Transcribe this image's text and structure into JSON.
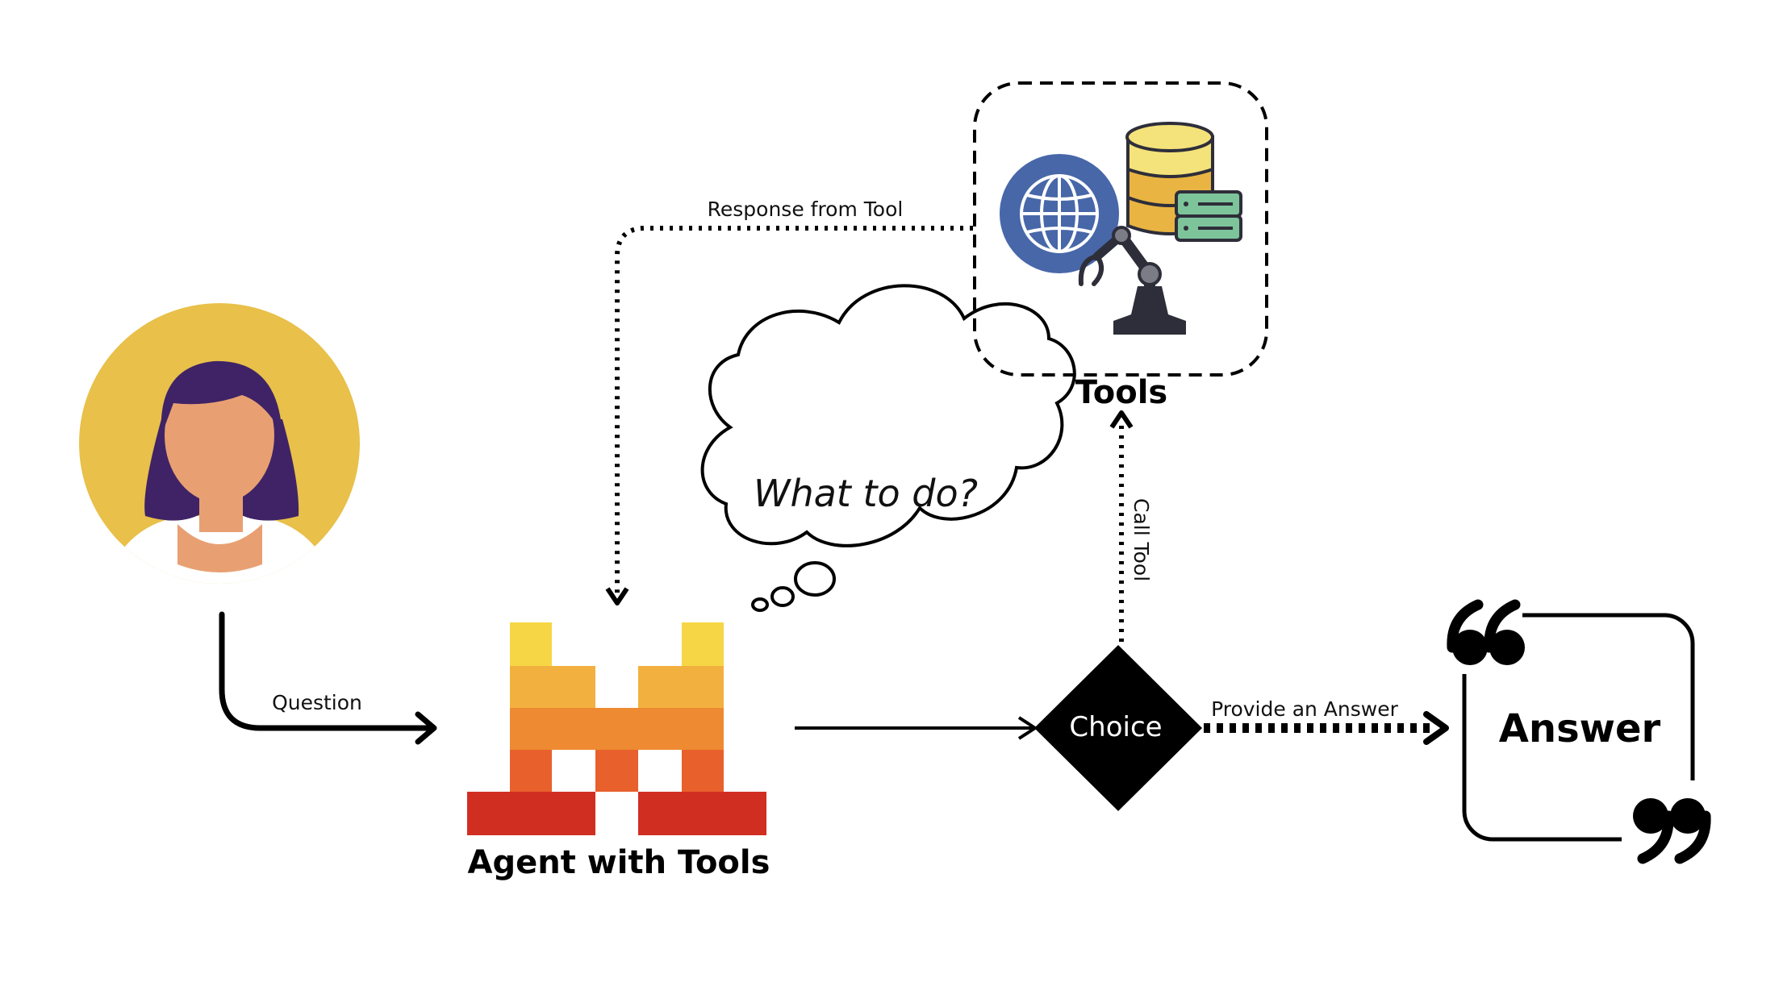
{
  "labels": {
    "question": "Question",
    "agent": "Agent with Tools",
    "thought": "What to do?",
    "choice": "Choice",
    "call_tool": "Call Tool",
    "tools": "Tools",
    "response": "Response from Tool",
    "provide": "Provide an Answer",
    "answer": "Answer"
  },
  "colors": {
    "user_circle": "#E8C04A",
    "hair": "#3F2366",
    "skin": "#E8A073",
    "globe": "#4767A8",
    "db_yellow": "#F4E27A",
    "db_orange": "#E9B442",
    "server_green": "#7DC49B",
    "robot_arm": "#2E2E3A",
    "logo_row1": "#F6D645",
    "logo_row2": "#F2B13E",
    "logo_row3": "#EE8A32",
    "logo_row4": "#E8602C",
    "logo_row5": "#D12E22"
  },
  "icons": [
    "user-avatar-icon",
    "agent-logo-icon",
    "thought-bubble-icon",
    "globe-icon",
    "database-icon",
    "server-icon",
    "robot-arm-icon",
    "quote-open-icon",
    "quote-close-icon"
  ]
}
